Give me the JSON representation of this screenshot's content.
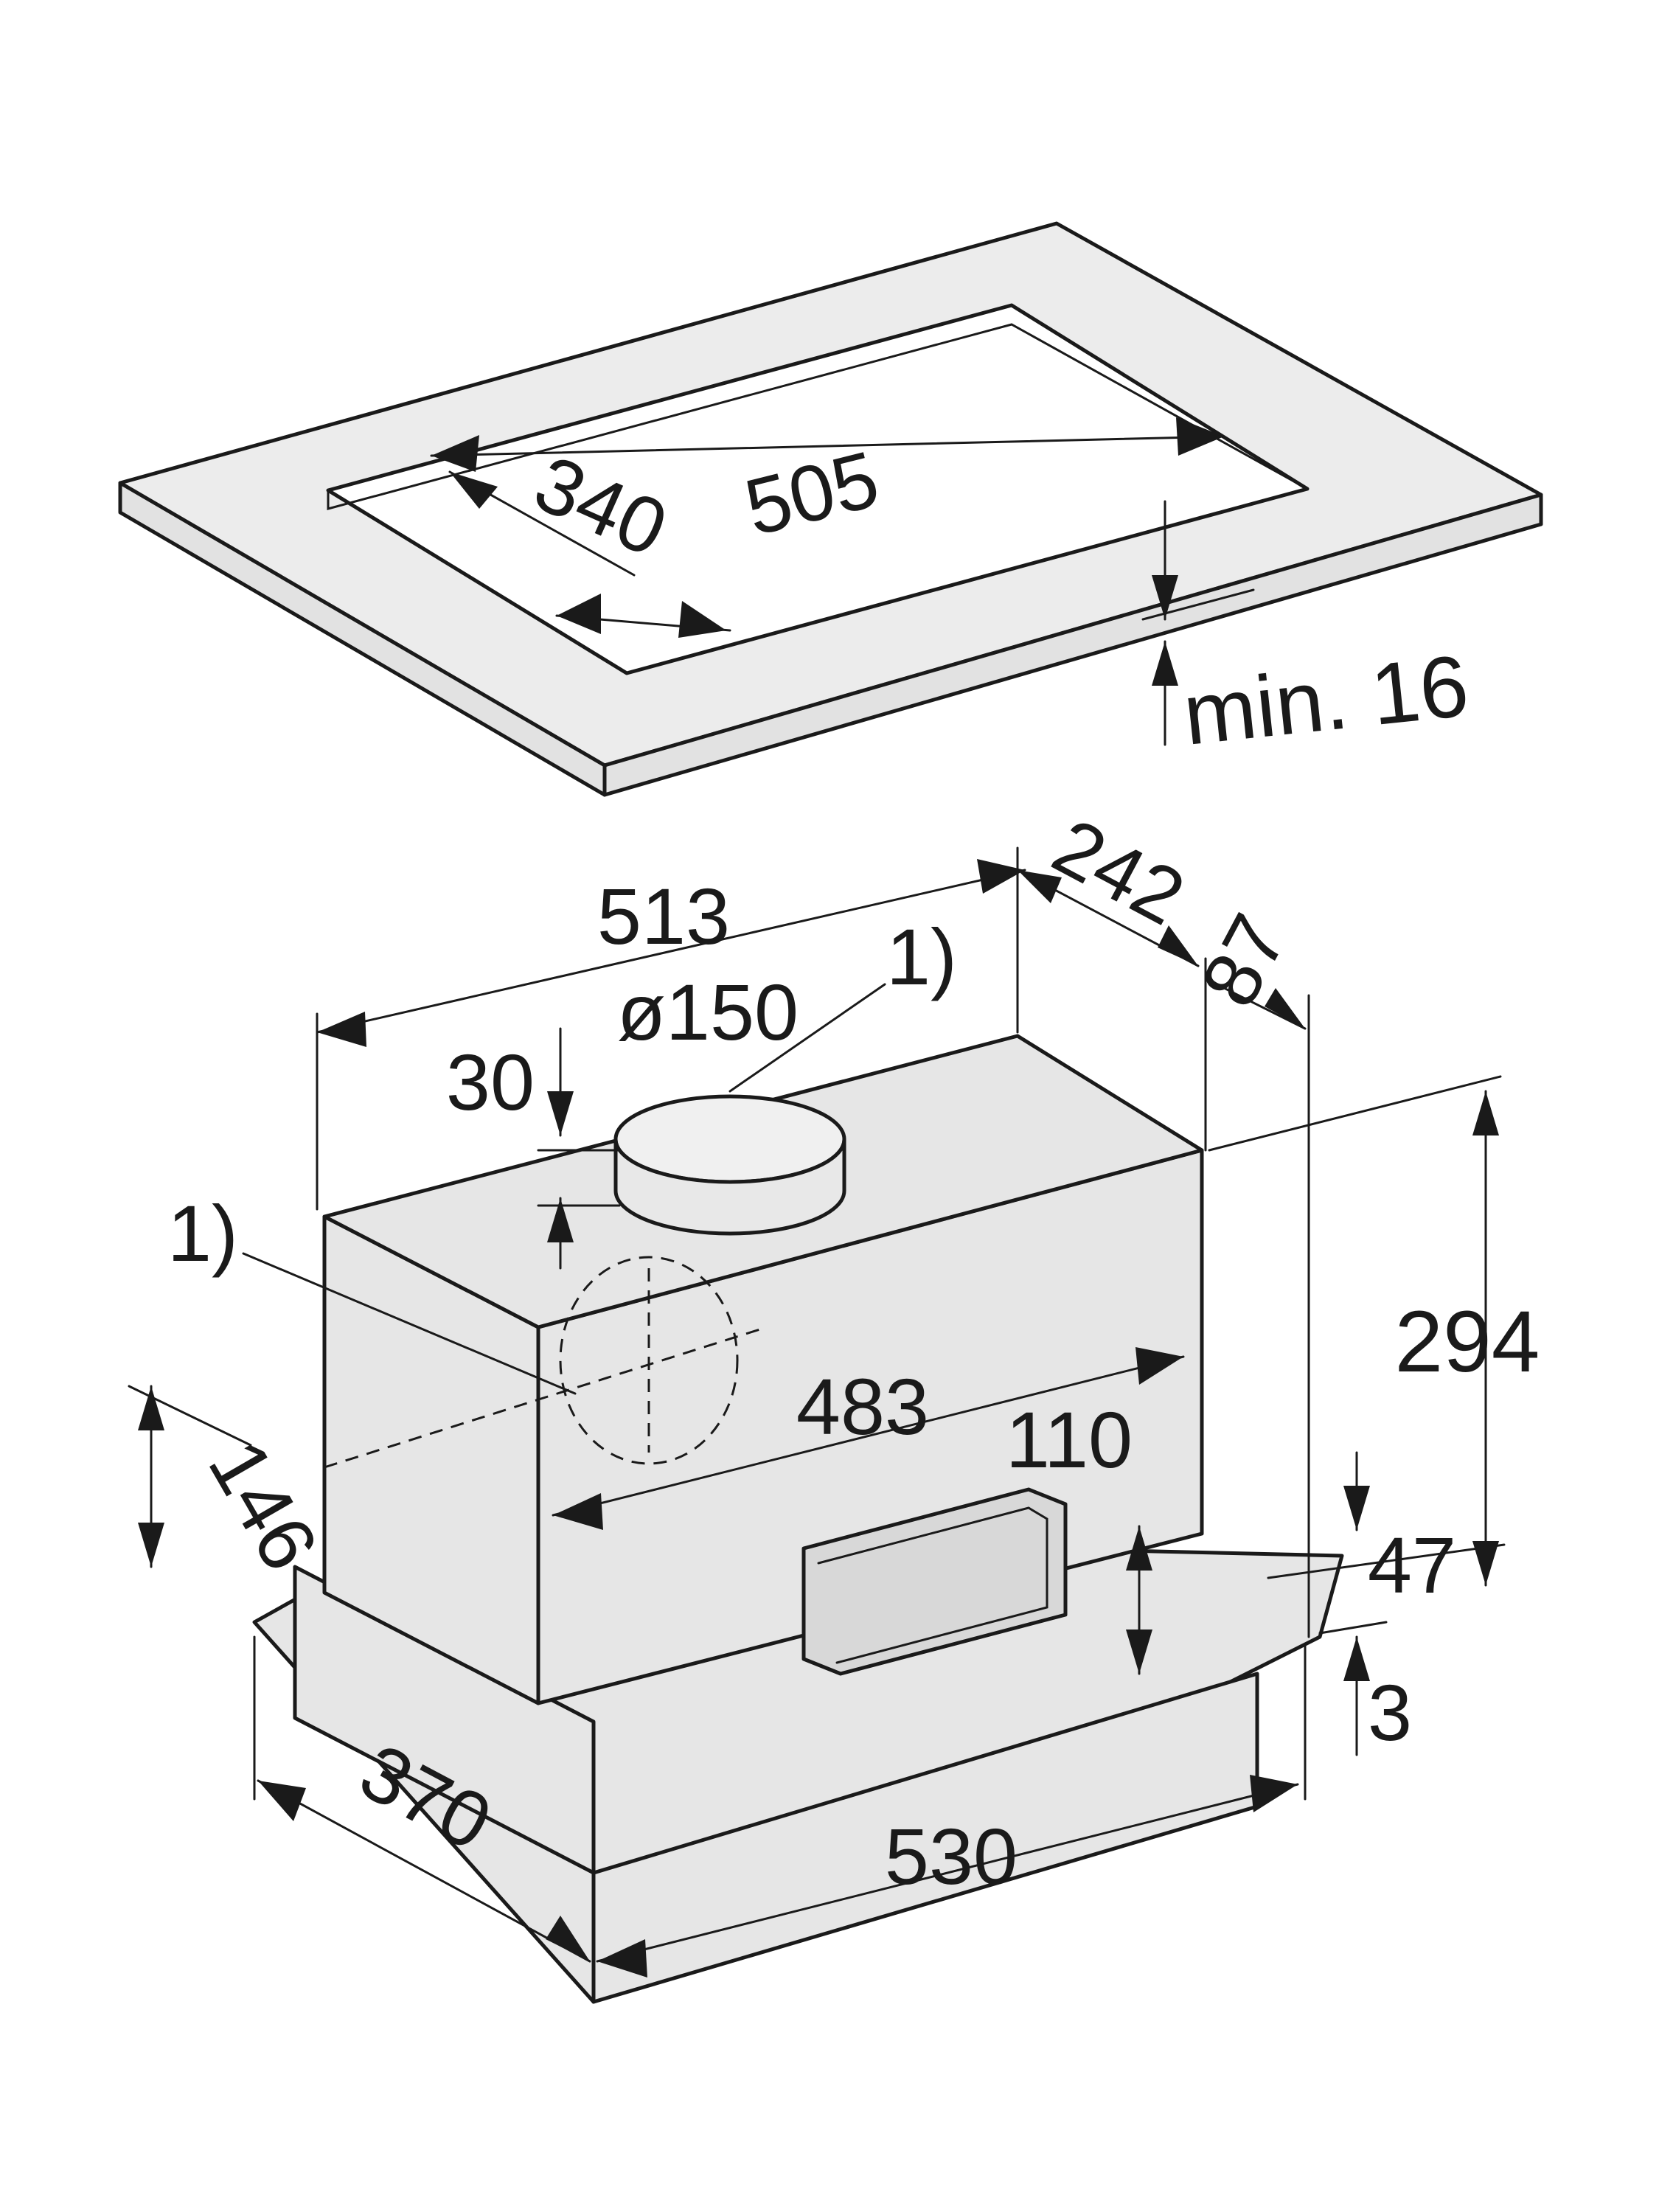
{
  "colors": {
    "background": "#ffffff",
    "panel_fill": "#ececec",
    "panel_side": "#e2e2e2",
    "hood_fill": "#e6e6e6",
    "line": "#1a1a1a"
  },
  "worktop": {
    "cutout_depth": "340",
    "cutout_width": "505",
    "worktop_thickness": "min. 16"
  },
  "unit": {
    "body_width": "513",
    "body_depth": "242",
    "rear_offset": "87",
    "duct_offset": "30",
    "duct_diameter": "ø150",
    "top_outlet_note": "1)",
    "rear_outlet_note": "1)",
    "inner_width": "483",
    "front_height": "146",
    "total_height": "294",
    "handle_height": "110",
    "trim_height": "47",
    "flange_thickness": "3",
    "overall_depth": "370",
    "overall_width": "530"
  }
}
